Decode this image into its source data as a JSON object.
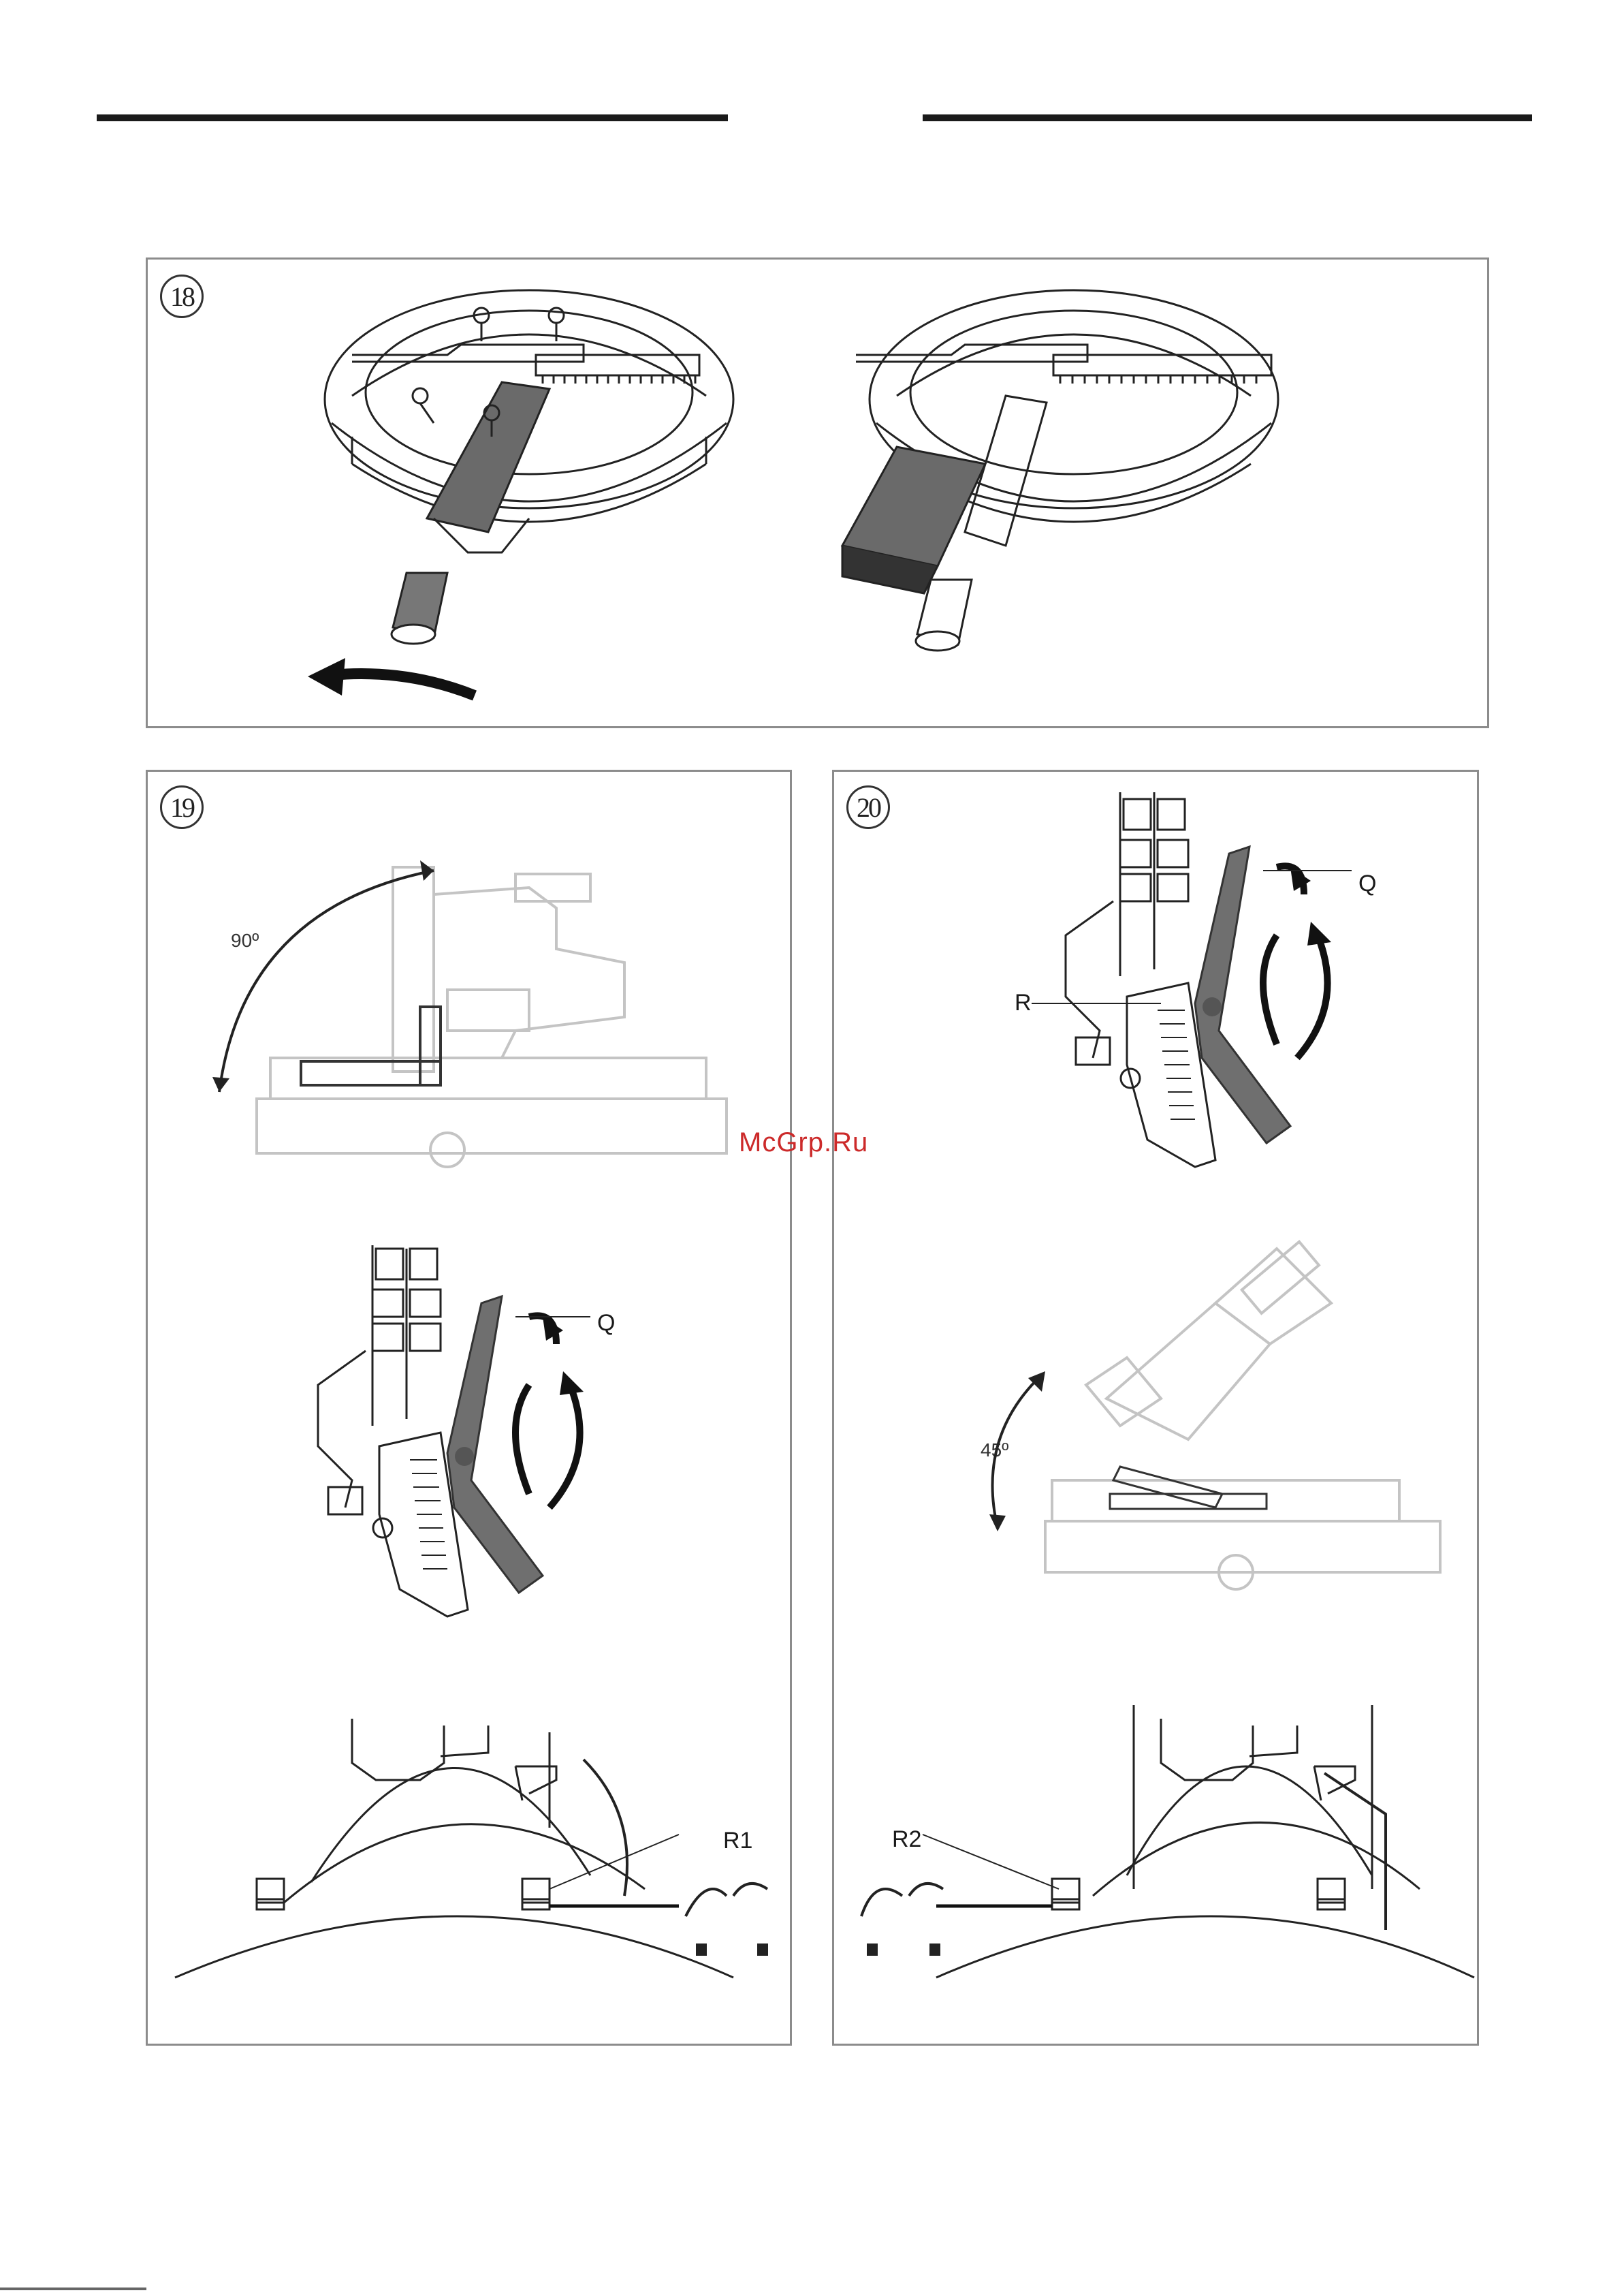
{
  "panels": {
    "p18": {
      "number": "18"
    },
    "p19": {
      "number": "19",
      "angle": "90º",
      "label_q": "Q",
      "label_r1": "R1"
    },
    "p20": {
      "number": "20",
      "angle": "45º",
      "label_q": "Q",
      "label_r": "R",
      "label_r2": "R2"
    }
  },
  "watermark": "McGrp.Ru"
}
